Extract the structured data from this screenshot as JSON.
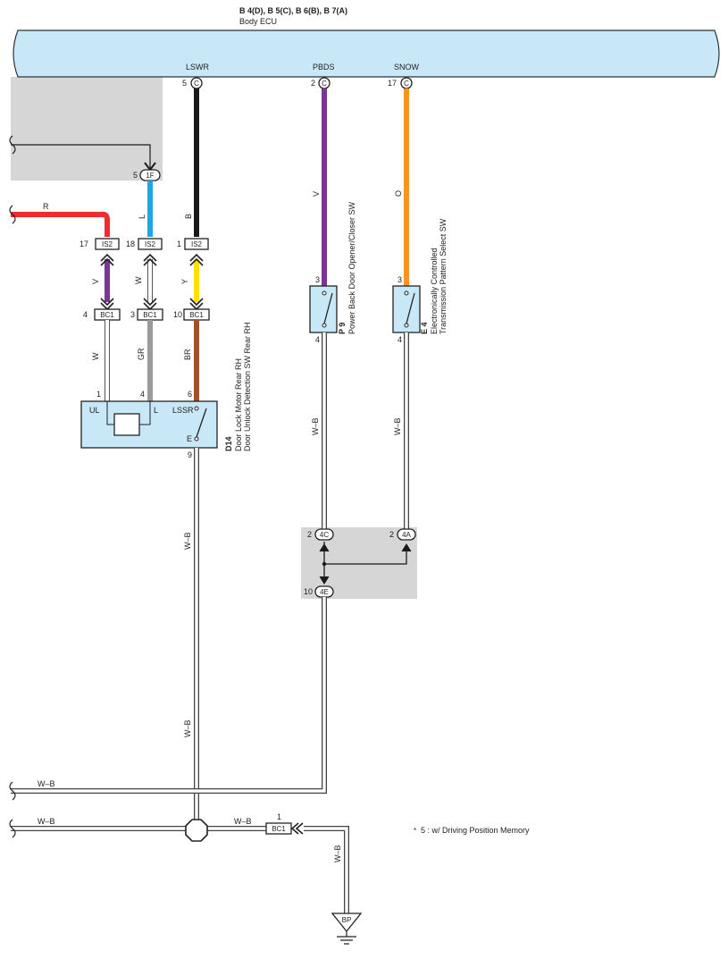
{
  "ecu": {
    "code": "B 4(D), B 5(C), B 6(B), B 7(A)",
    "name": "Body ECU"
  },
  "ecu_pins": [
    {
      "name": "LSWR",
      "num": "5",
      "conn": "C"
    },
    {
      "name": "PBDS",
      "num": "2",
      "conn": "C"
    },
    {
      "name": "SNOW",
      "num": "17",
      "conn": "C"
    }
  ],
  "wires": {
    "v": "V",
    "o": "O",
    "r": "R",
    "l": "L",
    "b": "B",
    "w": "W",
    "y": "Y",
    "gr": "GR",
    "br": "BR",
    "wb": "W–B"
  },
  "connectors": {
    "c1f": {
      "num": "5",
      "label": "1F"
    },
    "is2_17": {
      "num": "17",
      "label": "IS2"
    },
    "is2_18": {
      "num": "18",
      "label": "IS2"
    },
    "is2_1": {
      "num": "1",
      "label": "IS2"
    },
    "bc1_4": {
      "num": "4",
      "label": "BC1"
    },
    "bc1_3": {
      "num": "3",
      "label": "BC1"
    },
    "bc1_10": {
      "num": "10",
      "label": "BC1"
    },
    "c4c": {
      "num": "2",
      "label": "4C"
    },
    "c4a": {
      "num": "2",
      "label": "4A"
    },
    "c4e": {
      "num": "10",
      "label": "4E"
    },
    "bc1_1": {
      "num": "1",
      "label": "BC1"
    },
    "bp": {
      "label": "BP"
    }
  },
  "d14": {
    "code": "D14",
    "line1": "Door Lock Motor Rear RH",
    "line2": "Door Unlock Detection SW Rear RH",
    "pins": {
      "p1": "1",
      "p4": "4",
      "p6": "6",
      "p9": "9"
    },
    "terms": {
      "ul": "UL",
      "l": "L",
      "lssr": "LSSR",
      "e": "E"
    }
  },
  "p9": {
    "code": "P 9",
    "name": "Power Back Door Opener/Closer SW",
    "pins": {
      "p3": "3",
      "p4": "4"
    }
  },
  "e4": {
    "code": "E 4",
    "line1": "Electronically Controlled",
    "line2": "Transmission Pattern Select SW",
    "pins": {
      "p3": "3",
      "p4": "4"
    }
  },
  "note": "5 : w/ Driving Position Memory",
  "colors": {
    "ecu_fill": "#c8e8f8",
    "shade": "#d6d6d6",
    "black": "#1a1a1a",
    "violet": "#7a3598",
    "orange": "#f7931e",
    "red": "#ef2b2d",
    "blue": "#1ea6e6",
    "yellow": "#ffe000",
    "gray": "#9b9b9b",
    "brown": "#a0522d"
  }
}
